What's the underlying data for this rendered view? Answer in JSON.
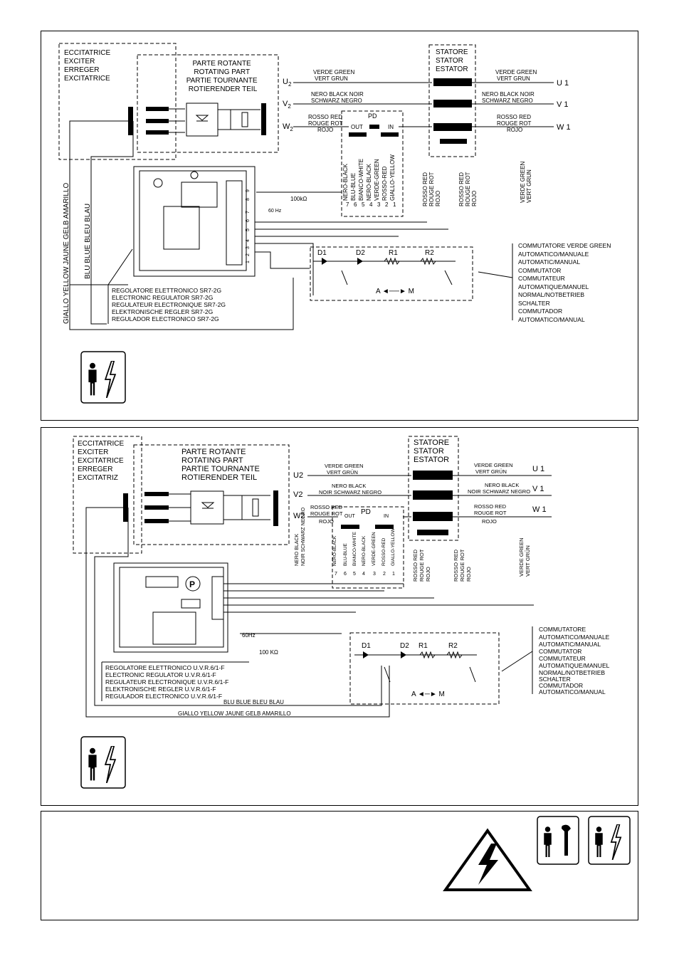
{
  "diagram1": {
    "exciter": [
      "ECCITATRICE",
      "EXCITER",
      "ERREGER",
      "EXCITATRICE"
    ],
    "rotating": [
      "PARTE ROTANTE",
      "ROTATING PART",
      "PARTIE TOURNANTE",
      "ROTIERENDER TEIL"
    ],
    "stator": [
      "STATORE",
      "STATOR",
      "ESTATOR"
    ],
    "u2": "U",
    "u2sub": "2",
    "v2": "V",
    "v2sub": "2",
    "w2": "W",
    "w2sub": "2",
    "u1": "U 1",
    "v1": "V 1",
    "w1": "W 1",
    "green_l": [
      "VERDE GREEN",
      "VERT GRUN"
    ],
    "black_l": [
      "NERO BLACK NOIR",
      "SCHWARZ NEGRO"
    ],
    "red_l": [
      "ROSSO RED",
      "ROUGE ROT",
      "ROJO"
    ],
    "green_r": [
      "VERDE GREEN",
      "VERT GRUN"
    ],
    "black_r": [
      "NERO BLACK NOIR",
      "SCHWARZ NEGRO"
    ],
    "red_r": [
      "ROSSO RED",
      "ROUGE ROT",
      "ROJO"
    ],
    "pd": "PD",
    "out": "OUT",
    "in": "IN",
    "pd_wires": [
      "NERO-BLACK",
      "BLU-BLUE",
      "BIANCO-WHITE",
      "NERO-BLACK",
      "VERDE-GREEN",
      "ROSSO-RED",
      "GIALLO-YELLOW"
    ],
    "pd_nums": [
      "7",
      "6",
      "5",
      "4",
      "3",
      "2",
      "1"
    ],
    "red_vert1": [
      "ROSSO RED",
      "ROUGE ROT",
      "ROJO"
    ],
    "red_vert2": [
      "ROSSO RED",
      "ROUGE ROT",
      "ROJO"
    ],
    "green_vert": [
      "VERDE GREEN",
      "VERT GRUN"
    ],
    "res100k": "100kΩ",
    "hz60": "60 Hz",
    "yellow_vert": "GIALLO YELLOW JAUNE GELB AMARILLO",
    "blue_vert": "BLU BLUE BLEU BLAU",
    "d1": "D1",
    "d2": "D2",
    "r1": "R1",
    "r2": "R2",
    "am": "A ◄──► M",
    "switch": [
      "COMMUTATORE VERDE GREEN",
      "AUTOMATICO/MANUALE",
      "AUTOMATIC/MANUAL",
      "COMMUTATOR",
      "COMMUTATEUR",
      "AUTOMATIQUE/MANUEL",
      "NORMAL/NOTBETRIEB",
      "SCHALTER",
      "COMMUTADOR",
      "AUTOMATICO/MANUAL"
    ],
    "regulator": [
      "REGOLATORE ELETTRONICO SR7-2G",
      "ELECTRONIC REGULATOR SR7-2G",
      "REGULATEUR ELECTRONIQUE SR7-2G",
      "ELEKTRONISCHE REGLER SR7-2G",
      "REGULADOR ELECTRONICO SR7-2G"
    ],
    "board_nums": [
      "1",
      "2",
      "3",
      "4",
      "5",
      "6",
      "7",
      "8",
      "9"
    ]
  },
  "diagram2": {
    "exciter": [
      "ECCITATRICE",
      "EXCITER",
      "EXCITATRICE",
      "ERREGER",
      "EXCITATRIZ"
    ],
    "rotating": [
      "PARTE ROTANTE",
      "ROTATING PART",
      "PARTIE TOURNANTE",
      "ROTIERENDER TEIL"
    ],
    "stator": [
      "STATORE",
      "STATOR",
      "ESTATOR"
    ],
    "u2": "U2",
    "v2": "V2",
    "w2": "W2",
    "u1": "U 1",
    "v1": "V 1",
    "w1": "W 1",
    "green_l": [
      "VERDE GREEN",
      "VERT GRÜN"
    ],
    "black_l": [
      "NERO BLACK",
      "NOIR SCHWARZ NEGRO"
    ],
    "red_l": [
      "ROSSO RED",
      "ROUGE ROT",
      "ROJO"
    ],
    "green_r": [
      "VERDE GREEN",
      "VERT GRÜN"
    ],
    "black_r": [
      "NERO BLACK",
      "NOIR SCHWARZ NEGRO"
    ],
    "red_r": [
      "ROSSO RED",
      "ROUGE ROT",
      "ROJO"
    ],
    "pd": "PD",
    "out": "OUT",
    "in": "IN",
    "pd_wires": [
      "NERO-BLACK",
      "BLU-BLUE",
      "BIANCO-WHITE",
      "NERO-BLACK",
      "VERDE-GREEN",
      "ROSSO-RED",
      "GIALLO-YELLOW"
    ],
    "pd_nums": [
      "7",
      "6",
      "5",
      "4",
      "3",
      "2",
      "1"
    ],
    "black_vert": [
      "NERO BLACK",
      "NOIR SCHWARZ NEGRO"
    ],
    "red_vert1": [
      "ROSSO RED",
      "ROUGE ROT",
      "ROJO"
    ],
    "red_vert2": [
      "ROSSO RED",
      "ROUGE ROT",
      "ROJO"
    ],
    "green_vert": [
      "VERDE GREEN",
      "VERT GRÜN"
    ],
    "hz60": "60Hz",
    "res100k": "100 KΩ",
    "p": "P",
    "d1": "D1",
    "d2": "D2",
    "r1": "R1",
    "r2": "R2",
    "am": "A ◄─► M",
    "switch": [
      "COMMUTATORE",
      "AUTOMATICO/MANUALE",
      "AUTOMATIC/MANUAL",
      "COMMUTATOR",
      "COMMUTATEUR",
      "AUTOMATIQUE/MANUEL",
      "NORMAL/NOTBETRIEB",
      "SCHALTER",
      "COMMUTADOR",
      "AUTOMATICO/MANUAL"
    ],
    "regulator": [
      "REGOLATORE ELETTRONICO U.V.R.6/1-F",
      "ELECTRONIC REGULATOR U.V.R.6/1-F",
      "REGULATEUR ELECTRONIQUE U.V.R.6/1-F",
      "ELEKTRONISCHE REGLER U.V.R.6/1-F",
      "REGULADOR ELECTRONICO U.V.R.6/1-F"
    ],
    "blue_h": "BLU BLUE BLEU BLAU",
    "yellow_h": "GIALLO YELLOW JAUNE GELB AMARILLO"
  },
  "icons": [
    "electric-shock-person-icon",
    "maintenance-person-icon",
    "high-voltage-warning-icon"
  ]
}
